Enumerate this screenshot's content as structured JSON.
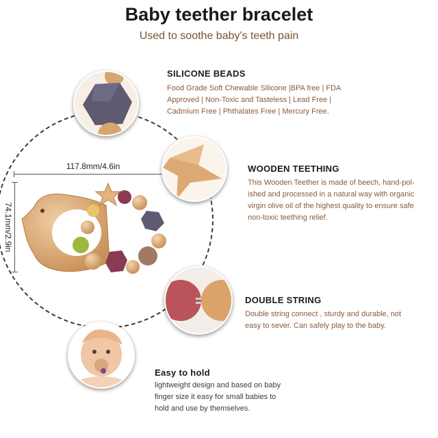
{
  "header": {
    "title": "Baby teether bracelet",
    "subtitle": "Used to soothe baby's teeth pain"
  },
  "dimensions": {
    "width_label": "117.8mm/4.6in",
    "height_label": "74.1mm/2.9in"
  },
  "features": [
    {
      "heading": "SILICONE BEADS",
      "description": "Food Grade Soft Chewable Silicone |BPA free | FDA\nApproved |  Non-Toxic and Tasteless | Lead Free |\nCadmium Free | Phthalates Free | Mercury Free."
    },
    {
      "heading": "WOODEN TEETHING",
      "description": "This Wooden Teether is made of beech, hand-pol-\nished and processed in a natural way with organic\nvirgin olive oil of the highest quality to ensure safe\nnon-toxic teething relief."
    },
    {
      "heading": "DOUBLE STRING",
      "description": "Double string connect , sturdy and durable, not\neasy to sever. Can safely play to the baby."
    },
    {
      "heading": "Easy to hold",
      "description": "lightweight design and based on baby\nfinger size it easy for small babies to\nhold and use by themselves."
    }
  ],
  "colors": {
    "title": "#1a1a1a",
    "subtitle": "#7a5230",
    "wood": "#d9a874",
    "bead_purple": "#8a3a52",
    "bead_slate": "#5d5a72",
    "bead_green": "#9ab83c"
  }
}
